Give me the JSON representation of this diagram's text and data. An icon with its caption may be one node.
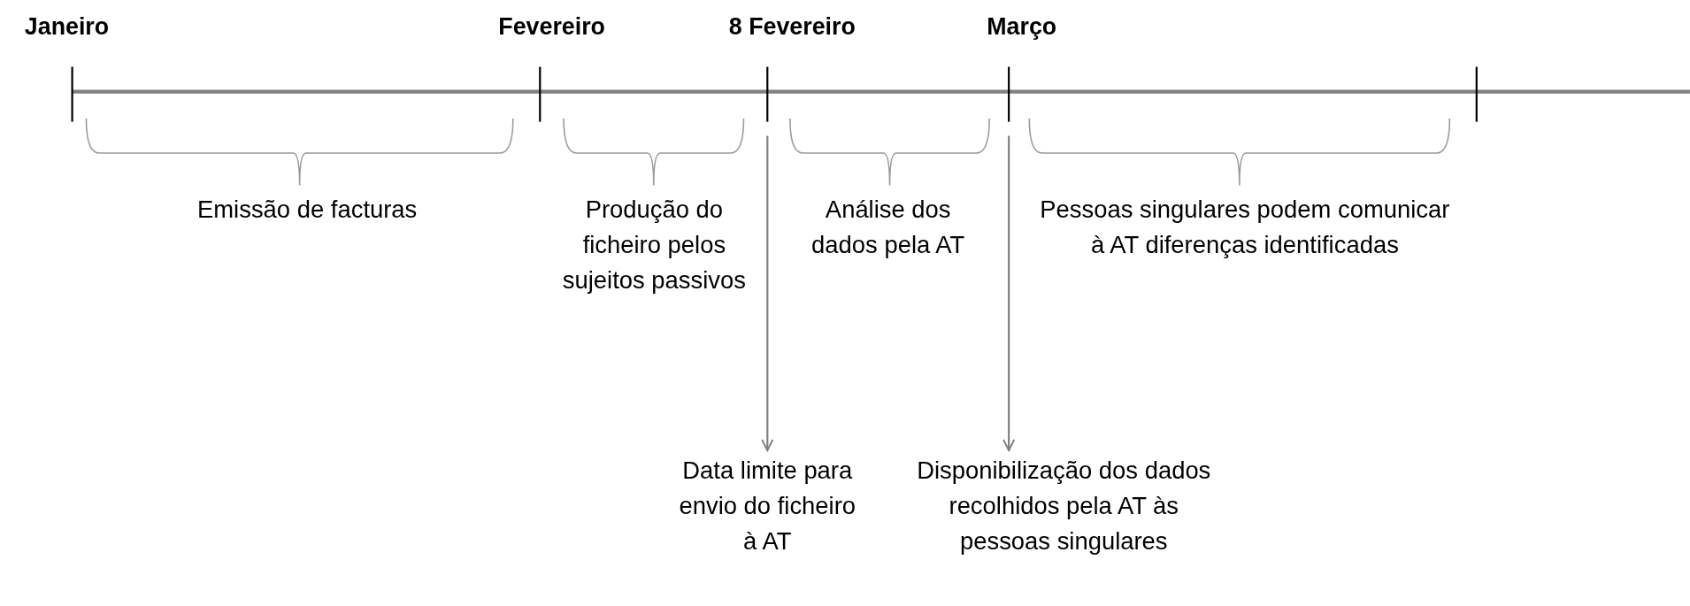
{
  "diagram": {
    "nodes": [
      {
        "text": [
          "Data limite para envio do ficheiro à AT"
        ]
      },
      {
        "text": [
          "Disponibilização dos dados recolhidos pela AT às pessoas singulares"
        ]
      }
    ],
    "edges": [
      {
        "from": null,
        "to": 0,
        "arrow": "to"
      },
      {
        "from": null,
        "to": 1,
        "arrow": "to"
      }
    ],
    "labels": [
      "Janeiro",
      "Fevereiro",
      "8 Fevereiro",
      "Março",
      "Emissão de facturas",
      "Produção do ficheiro pelos sujeitos passivos",
      "Análise dos dados pela AT",
      "Pessoas singulares podem comunicar à AT diferenças identificadas"
    ]
  }
}
